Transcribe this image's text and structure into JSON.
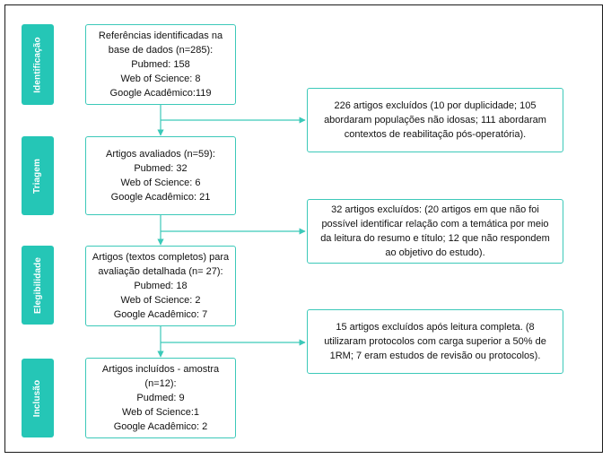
{
  "stages": [
    {
      "id": "identificacao",
      "label": "Identificação"
    },
    {
      "id": "triagem",
      "label": "Triagem"
    },
    {
      "id": "elegibilidade",
      "label": "Elegibilidade"
    },
    {
      "id": "inclusao",
      "label": "Inclusão"
    }
  ],
  "main_boxes": [
    {
      "id": "identified",
      "lines": [
        "Referências identificadas na",
        "base de dados  (n=285):",
        "Pubmed: 158",
        "Web of Science: 8",
        "Google Acadêmico:119"
      ]
    },
    {
      "id": "screened",
      "lines": [
        "Artigos avaliados (n=59):",
        "Pubmed: 32",
        "Web of Science: 6",
        "Google Acadêmico: 21"
      ]
    },
    {
      "id": "eligible",
      "lines": [
        "Artigos (textos completos) para",
        "avaliação detalhada (n= 27):",
        "Pubmed: 18",
        "Web of Science: 2",
        "Google Acadêmico: 7"
      ]
    },
    {
      "id": "included",
      "lines": [
        "Artigos incluídos - amostra",
        "(n=12):",
        "Pudmed: 9",
        "Web of Science:1",
        "Google Acadêmico: 2"
      ]
    }
  ],
  "excluded_boxes": [
    {
      "id": "excluded-1",
      "lines": [
        "226 artigos excluídos (10 por duplicidade; 105",
        "abordaram populações não idosas; 111 abordaram",
        "contextos de reabilitação pós-operatória)."
      ]
    },
    {
      "id": "excluded-2",
      "lines": [
        "32 artigos excluídos: (20 artigos em que não foi",
        "possível identificar relação com a temática por meio",
        "da leitura do resumo e título; 12 que não respondem",
        "ao objetivo do estudo)."
      ]
    },
    {
      "id": "excluded-3",
      "lines": [
        "15 artigos excluídos após leitura completa. (8",
        "utilizaram protocolos com carga superior a 50% de",
        "1RM; 7 eram estudos de revisão ou protocolos)."
      ]
    }
  ],
  "colors": {
    "stage_fill": "#25c6b6",
    "box_border": "#3cc9b9",
    "connector": "#3cc9b9",
    "frame": "#1a1a1a"
  }
}
